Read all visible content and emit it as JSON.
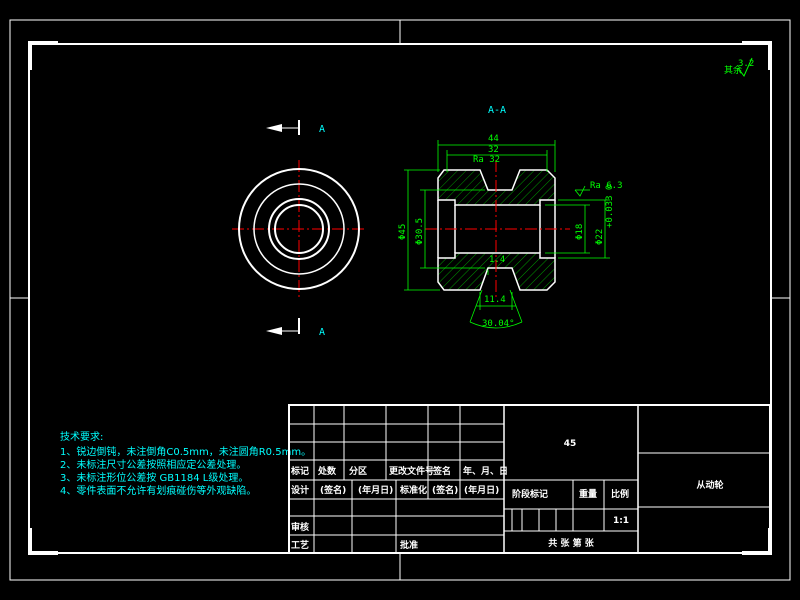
{
  "section": {
    "label": "A-A",
    "cut_left_top": "A",
    "cut_left_bottom": "A"
  },
  "roughness": {
    "global_prefix": "其余",
    "global_value": "3.2",
    "groove": "Ra 32",
    "right_face": "Ra 6.3"
  },
  "dimensions": {
    "width_outer": "44",
    "width_inner": "32",
    "dia_outer": "Φ45",
    "dia_bottom": "Φ30.5",
    "dia_bore": "Φ18",
    "dia_hub": "Φ22",
    "tol": "+0.033 0",
    "groove_bottom": "1.4",
    "groove_width": "11.4",
    "groove_angle": "30.04°"
  },
  "tech_req": {
    "title": "技术要求:",
    "items": [
      "1、锐边倒钝，未注倒角C0.5mm，未注圆角R0.5mm。",
      "2、未标注尺寸公差按照相应定公差处理。",
      "3、未标注形位公差按 GB1184 L级处理。",
      "4、零件表面不允许有划痕碰伤等外观缺陷。"
    ]
  },
  "title_block": {
    "material": "45",
    "part_name": "从动轮",
    "scale": "1:1",
    "row_labels": [
      "标记",
      "处数",
      "分区",
      "更改文件号",
      "签名",
      "年、月、日"
    ],
    "design_row": [
      "设计",
      "(签名)",
      "(年月日)",
      "标准化",
      "(签名)",
      "(年月日)"
    ],
    "stage_labels": [
      "阶段标记",
      "重量",
      "比例"
    ],
    "review": "审核",
    "process": "工艺",
    "approve": "批准",
    "sheets": "共  张  第  张"
  }
}
